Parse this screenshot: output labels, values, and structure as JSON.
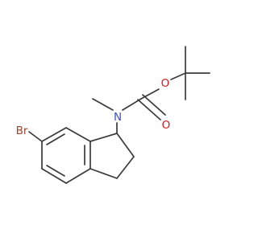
{
  "molecule": {
    "colors": {
      "bond": "#3b3b3b",
      "bromine": "#a5432b",
      "nitrogen": "#3b4fc4",
      "oxygen": "#e0161c"
    },
    "atoms": {
      "bromine": "Br",
      "nitrogen": "N",
      "oxygen_ester": "O",
      "oxygen_carbonyl": "O"
    }
  }
}
